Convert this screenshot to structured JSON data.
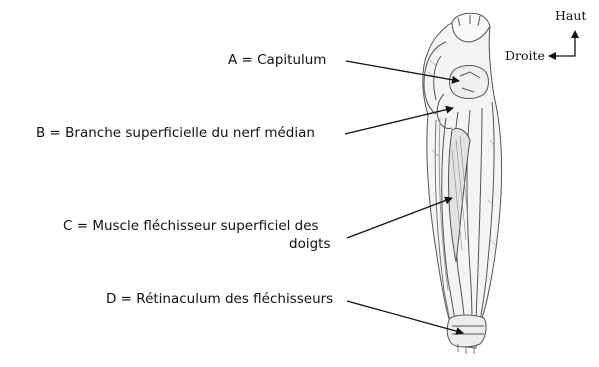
{
  "labels": {
    "a": "A = Capitulum",
    "b": "B = Branche superficielle du nerf médian",
    "c_line1": "C = Muscle fléchisseur superficiel des",
    "c_line2": "doigts",
    "d": "D = Rétinaculum des fléchisseurs"
  },
  "compass": {
    "up": "Haut",
    "right": "Droite"
  }
}
